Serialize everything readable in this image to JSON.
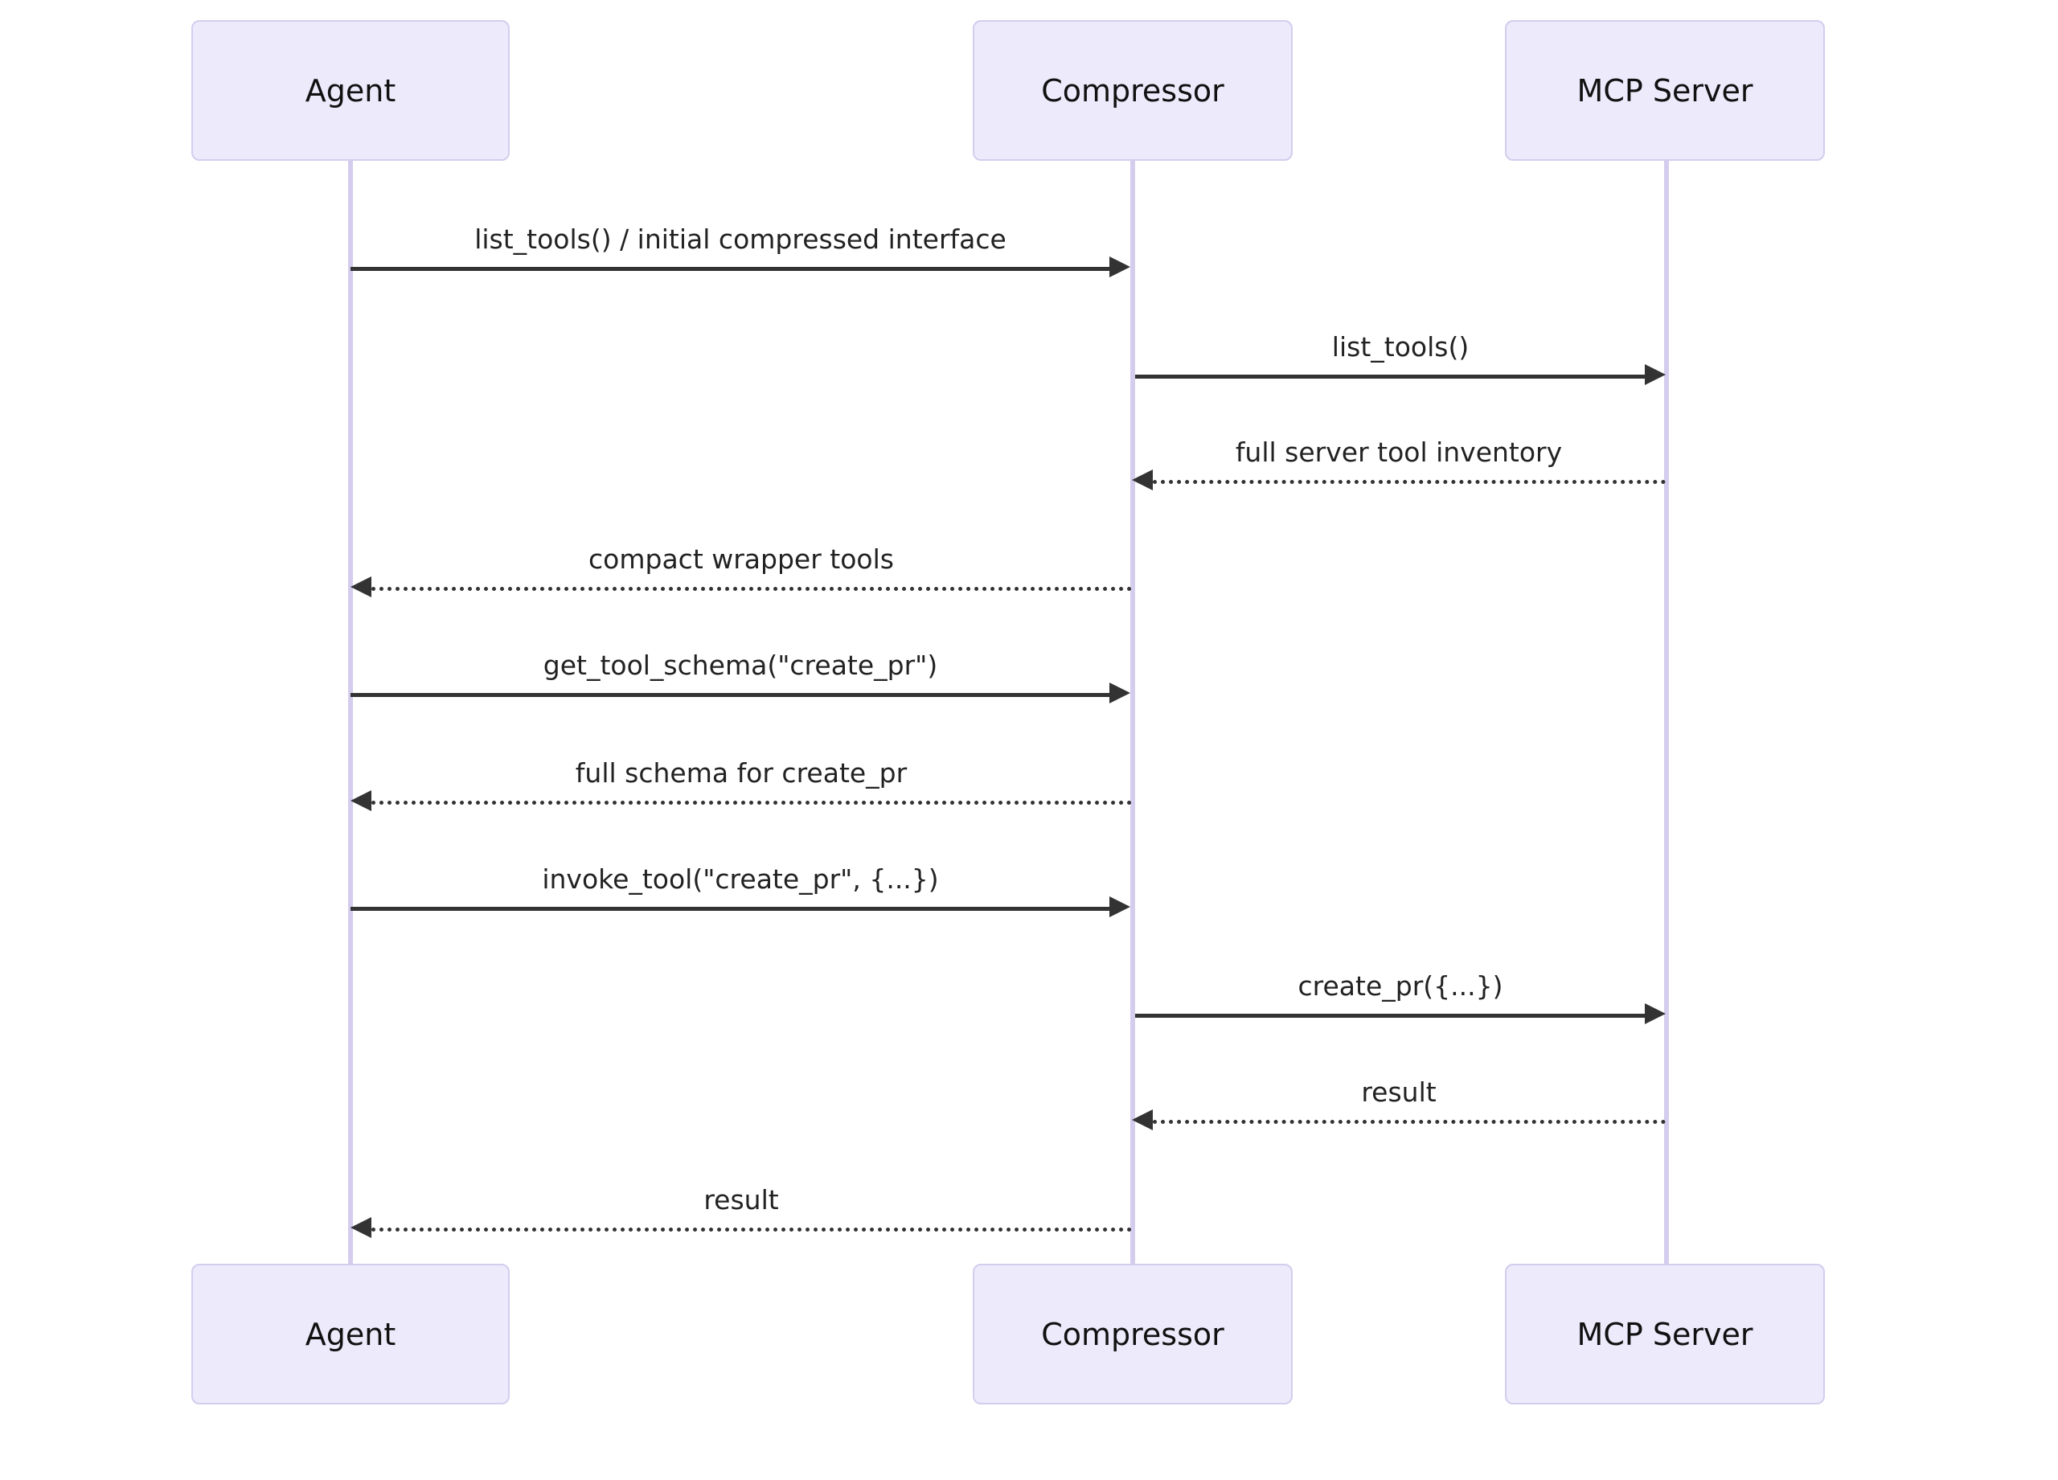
{
  "diagram": {
    "type": "sequence-diagram",
    "title": "",
    "colors": {
      "actor_fill": "#ECEAFB",
      "actor_border": "#D4CDEE",
      "lifeline": "#D4CDEE",
      "arrow": "#333333",
      "text": "#111111",
      "background": "#ffffff"
    },
    "participants": [
      {
        "id": "agent",
        "label": "Agent"
      },
      {
        "id": "compressor",
        "label": "Compressor"
      },
      {
        "id": "mcp_server",
        "label": "MCP Server"
      }
    ],
    "messages": [
      {
        "index": 1,
        "label": "list_tools() / initial compressed interface",
        "from": "agent",
        "to": "compressor",
        "style": "solid",
        "direction": "right"
      },
      {
        "index": 2,
        "label": "list_tools()",
        "from": "compressor",
        "to": "mcp_server",
        "style": "solid",
        "direction": "right"
      },
      {
        "index": 3,
        "label": "full server tool inventory",
        "from": "mcp_server",
        "to": "compressor",
        "style": "dashed",
        "direction": "left"
      },
      {
        "index": 4,
        "label": "compact wrapper tools",
        "from": "compressor",
        "to": "agent",
        "style": "dashed",
        "direction": "left"
      },
      {
        "index": 5,
        "label": "get_tool_schema(\"create_pr\")",
        "from": "agent",
        "to": "compressor",
        "style": "solid",
        "direction": "right"
      },
      {
        "index": 6,
        "label": "full schema for create_pr",
        "from": "compressor",
        "to": "agent",
        "style": "dashed",
        "direction": "left"
      },
      {
        "index": 7,
        "label": "invoke_tool(\"create_pr\", {...})",
        "from": "agent",
        "to": "compressor",
        "style": "solid",
        "direction": "right"
      },
      {
        "index": 8,
        "label": "create_pr({...})",
        "from": "compressor",
        "to": "mcp_server",
        "style": "solid",
        "direction": "right"
      },
      {
        "index": 9,
        "label": "result",
        "from": "mcp_server",
        "to": "compressor",
        "style": "dashed",
        "direction": "left"
      },
      {
        "index": 10,
        "label": "result",
        "from": "compressor",
        "to": "agent",
        "style": "dashed",
        "direction": "left"
      }
    ]
  }
}
